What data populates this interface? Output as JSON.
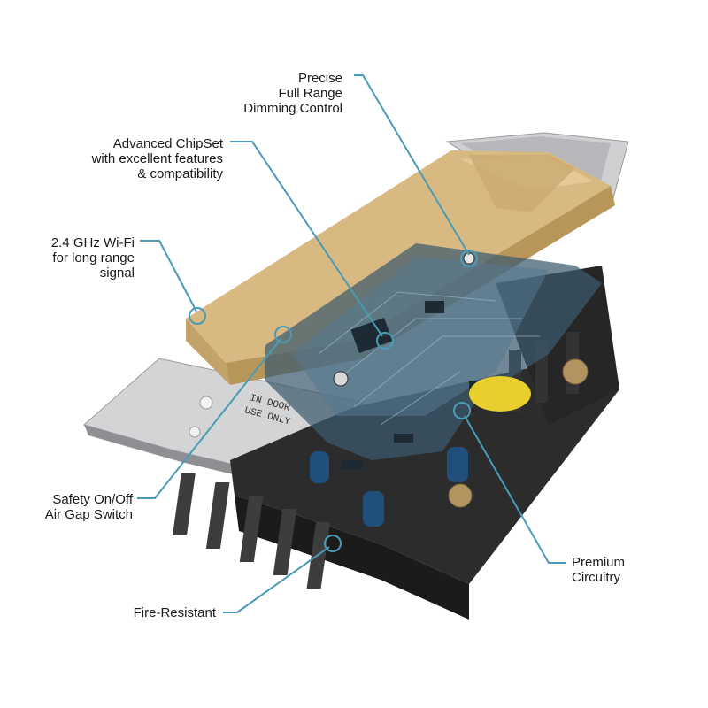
{
  "colors": {
    "callout_line": "#4a9bb5",
    "faceplate": "#d9b982",
    "circuit_board": "#3d5a6e",
    "housing": "#2f2f2f",
    "yoke": "#c8c9cb",
    "background": "#ffffff"
  },
  "product": {
    "yoke_print_line1": "IN DOOR",
    "yoke_print_line2": "USE ONLY"
  },
  "callouts": {
    "dimming": {
      "line1": "Precise",
      "line2": "Full Range",
      "line3": "Dimming Control"
    },
    "chipset": {
      "line1": "Advanced ChipSet",
      "line2": "with excellent features",
      "line3": "& compatibility"
    },
    "wifi": {
      "line1": "2.4 GHz Wi-Fi",
      "line2": "for long range",
      "line3": "signal"
    },
    "airgap": {
      "line1": "Safety On/Off",
      "line2": "Air Gap Switch"
    },
    "fire": {
      "line1": "Fire-Resistant"
    },
    "circuitry": {
      "line1": "Premium",
      "line2": "Circuitry"
    }
  }
}
